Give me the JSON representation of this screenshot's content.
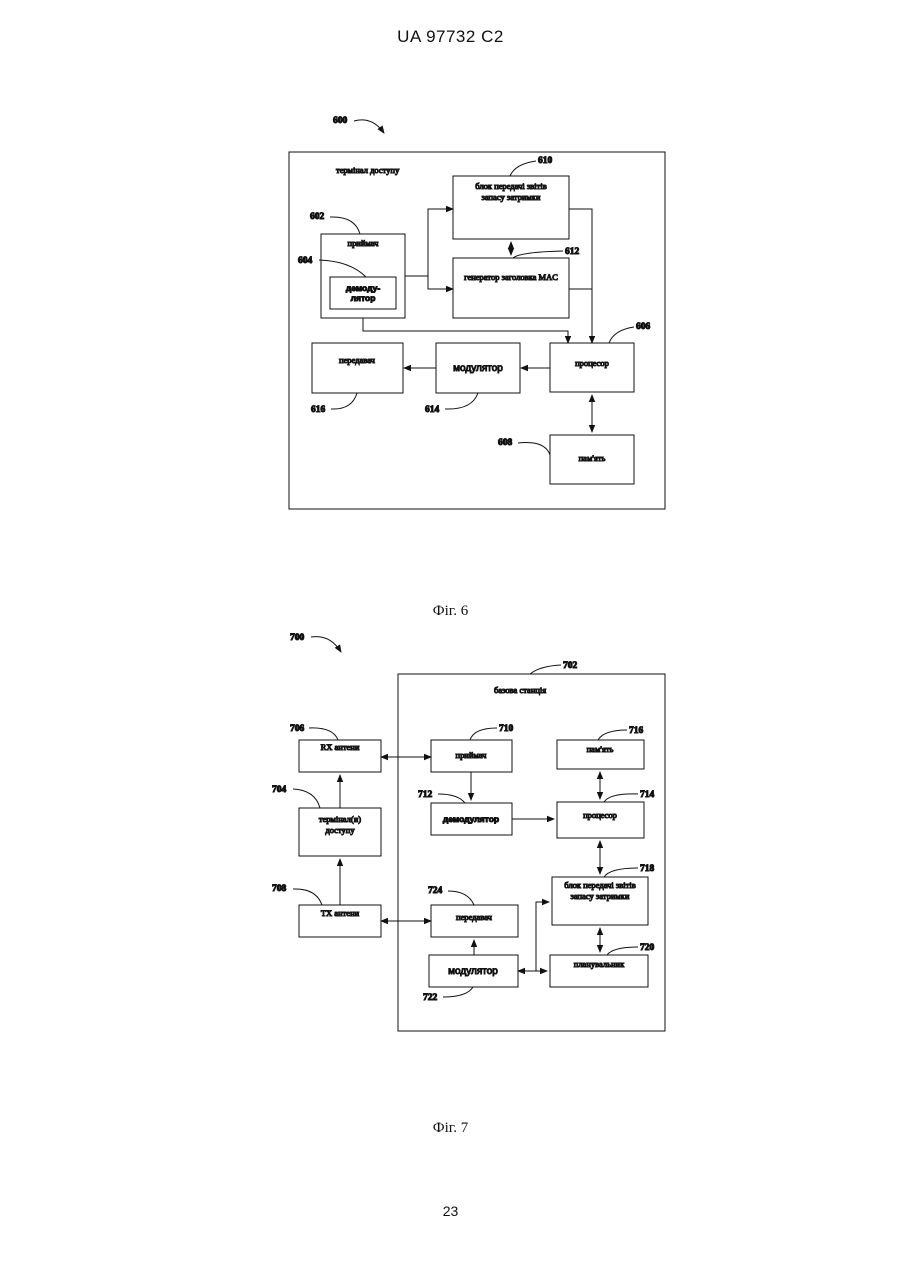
{
  "header": {
    "doc_id": "UA   97732   C2"
  },
  "page_number": "23",
  "fig6": {
    "caption": "Фіг. 6",
    "ref": "600",
    "container_label": "термінал доступу",
    "receiver": {
      "ref": "602",
      "label": "приймач"
    },
    "demodulator": {
      "ref": "604",
      "line1": "демоду-",
      "line2": "лятор"
    },
    "report_block": {
      "ref": "610",
      "line1": "блок передачі звітів",
      "line2": "запасу затримки"
    },
    "mac_gen": {
      "ref": "612",
      "label": "генератор заголовка MAC"
    },
    "processor": {
      "ref": "606",
      "label": "процесор"
    },
    "transmitter": {
      "ref": "616",
      "label": "передавач"
    },
    "modulator": {
      "ref": "614",
      "label": "модулятор"
    },
    "memory": {
      "ref": "608",
      "label": "пам'ять"
    }
  },
  "fig7": {
    "caption": "Фіг. 7",
    "ref": "700",
    "container_ref": "702",
    "container_label": "базова станція",
    "rx_antennas": {
      "ref": "706",
      "label": "RX антени"
    },
    "terminals": {
      "ref": "704",
      "line1": "термінал(и)",
      "line2": "доступу"
    },
    "tx_antennas": {
      "ref": "708",
      "label": "TX антени"
    },
    "receiver": {
      "ref": "710",
      "label": "приймач"
    },
    "demodulator": {
      "ref": "712",
      "label": "демодулятор"
    },
    "memory": {
      "ref": "716",
      "label": "пам'ять"
    },
    "processor": {
      "ref": "714",
      "label": "процесор"
    },
    "report_block": {
      "ref": "718",
      "line1": "блок передачі звітів",
      "line2": "запасу затримки"
    },
    "transmitter": {
      "ref": "724",
      "label": "передавач"
    },
    "modulator": {
      "ref": "722",
      "label": "модулятор"
    },
    "scheduler": {
      "ref": "720",
      "label": "планувальник"
    }
  }
}
